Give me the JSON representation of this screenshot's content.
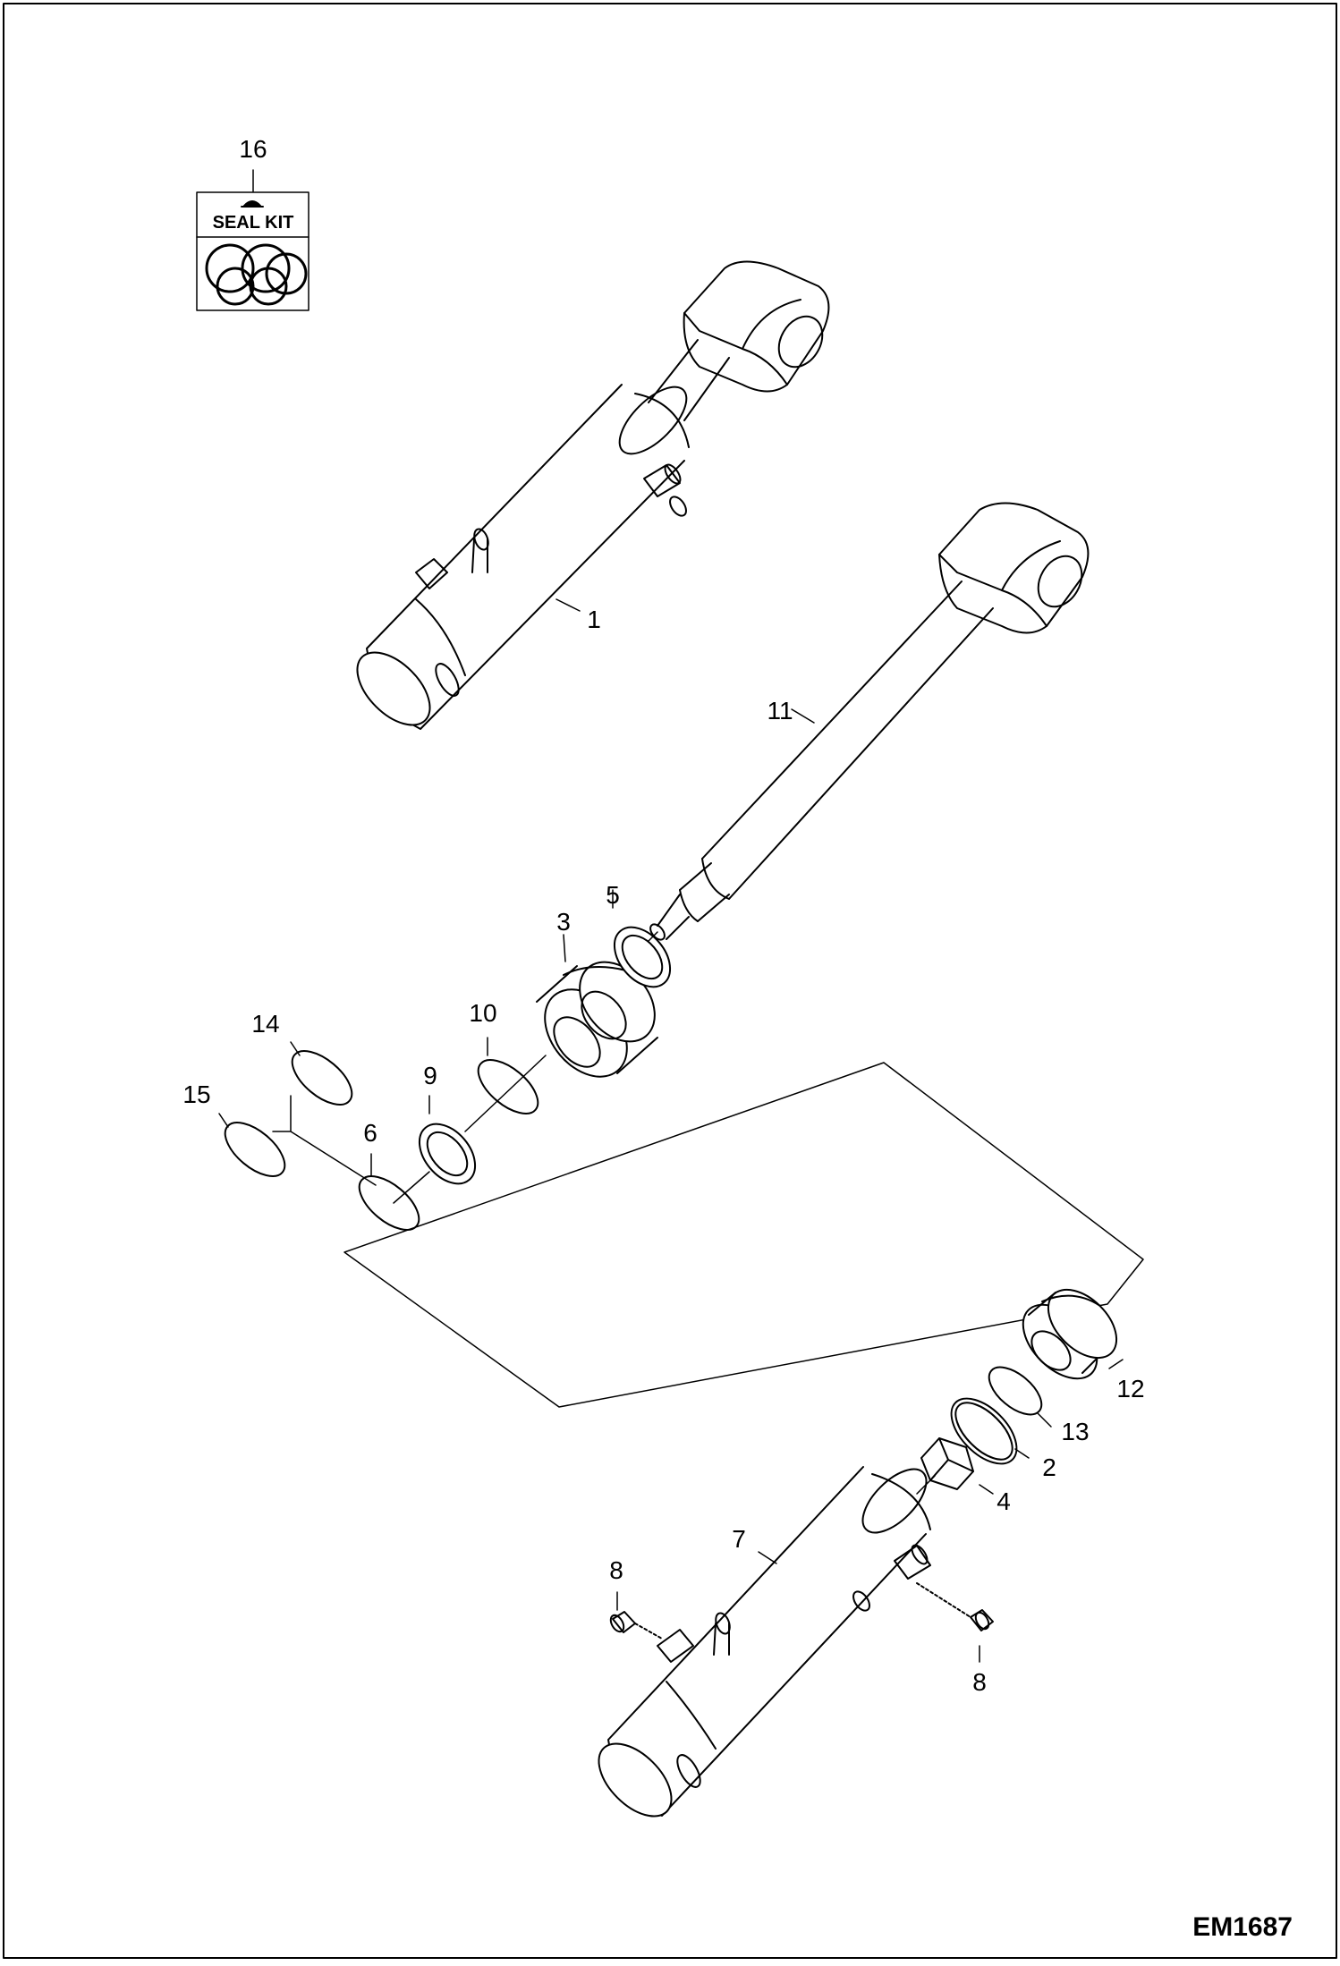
{
  "diagram": {
    "title": "",
    "figure_id": "EM1687",
    "seal_kit_label": "SEAL KIT",
    "callouts": {
      "c1": "1",
      "c2": "2",
      "c3": "3",
      "c4": "4",
      "c5": "5",
      "c6": "6",
      "c7": "7",
      "c8a": "8",
      "c8b": "8",
      "c9": "9",
      "c10": "10",
      "c11": "11",
      "c12": "12",
      "c13": "13",
      "c14": "14",
      "c15": "15",
      "c16": "16"
    }
  }
}
